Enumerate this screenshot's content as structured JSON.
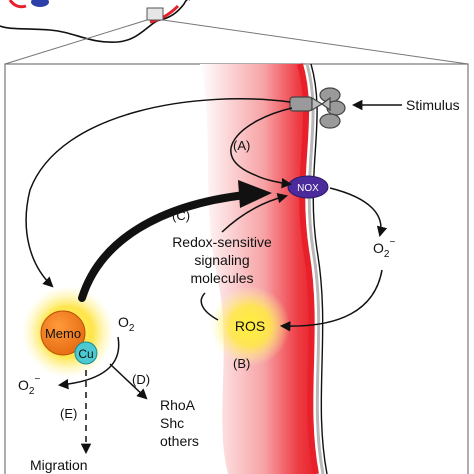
{
  "labels": {
    "stimulus": "Stimulus",
    "path_a": "(A)",
    "nox": "NOX",
    "path_c": "(C)",
    "redox_line1": "Redox-sensitive",
    "redox_line2": "signaling",
    "redox_line3": "molecules",
    "superoxide_right_base": "O",
    "superoxide_right_sub": "2",
    "superoxide_right_sup": "−",
    "ros": "ROS",
    "path_b": "(B)",
    "memo": "Memo",
    "cu": "Cu",
    "oxygen_base": "O",
    "oxygen_sub": "2",
    "superoxide_left_base": "O",
    "superoxide_left_sub": "2",
    "superoxide_left_sup": "−",
    "path_d": "(D)",
    "rhoa": "RhoA",
    "shc": "Shc",
    "others": "others",
    "path_e": "(E)",
    "migration": "Migration"
  },
  "colors": {
    "membrane_red": "#e8202a",
    "nox_purple": "#4b2a9b",
    "memo_orange": "#f07e1c",
    "cu_cyan": "#4cc9d1",
    "glow_yellow": "#ffe23a"
  }
}
